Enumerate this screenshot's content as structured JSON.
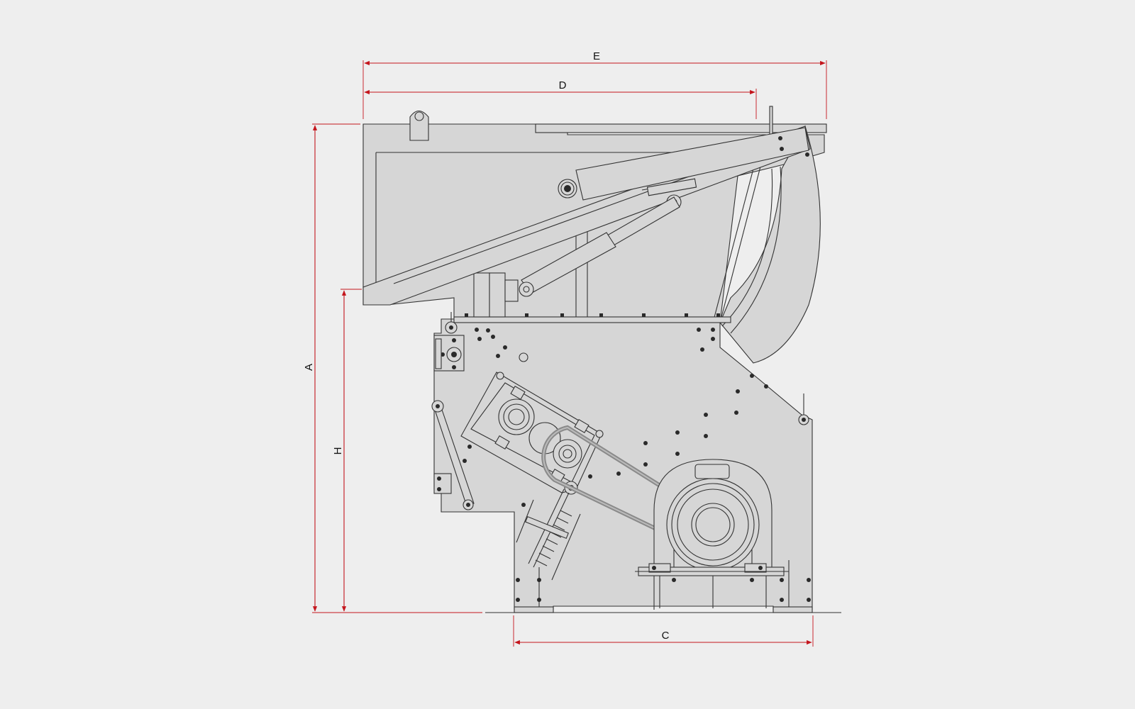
{
  "drawing": {
    "subject": "",
    "colors": {
      "background": "#eeeeee",
      "body_fill": "#d6d6d6",
      "outline": "#333333",
      "dimension_line": "#c4151c",
      "label": "#111111"
    }
  },
  "dimensions": {
    "A": "A",
    "H": "H",
    "C": "C",
    "D": "D",
    "E": "E"
  }
}
